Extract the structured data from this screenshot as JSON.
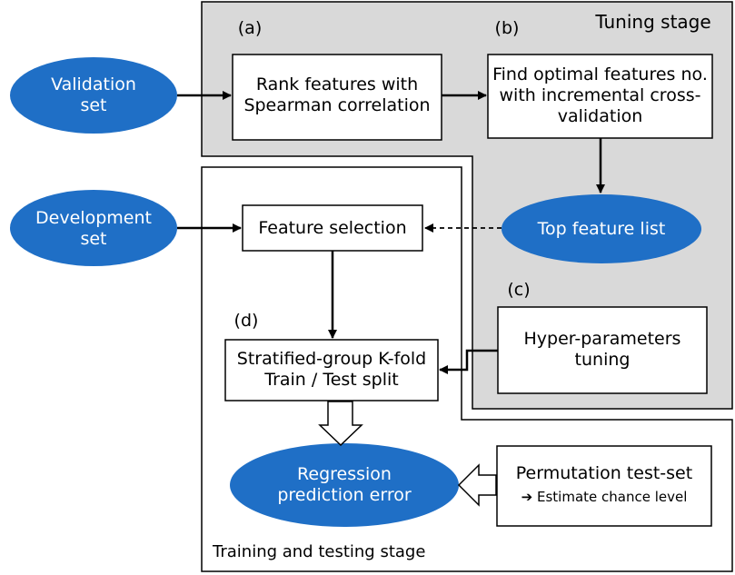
{
  "stages": {
    "tuning": "Tuning stage",
    "training": "Training and testing stage"
  },
  "step_labels": {
    "a": "(a)",
    "b": "(b)",
    "c": "(c)",
    "d": "(d)"
  },
  "nodes": {
    "validation_set": [
      "Validation",
      "set"
    ],
    "development_set": [
      "Development",
      "set"
    ],
    "rank_features": [
      "Rank features with",
      "Spearman correlation"
    ],
    "find_optimal": [
      "Find optimal features no.",
      "with incremental cross-",
      "validation"
    ],
    "top_feature_list": [
      "Top feature list"
    ],
    "feature_selection": [
      "Feature selection"
    ],
    "hyper_parameters": [
      "Hyper-parameters",
      "tuning"
    ],
    "kfold_split": [
      "Stratified-group K-fold",
      "Train / Test split"
    ],
    "regression_error": [
      "Regression",
      "prediction error"
    ],
    "permutation_test": {
      "title": "Permutation test-set",
      "arrow_glyph": "➔",
      "note": "Estimate chance level"
    }
  },
  "colors": {
    "tuning_bg": "#d9d9d9",
    "ellipse_fill": "#1f6fc6",
    "stroke": "#000000",
    "box_fill": "#ffffff"
  }
}
